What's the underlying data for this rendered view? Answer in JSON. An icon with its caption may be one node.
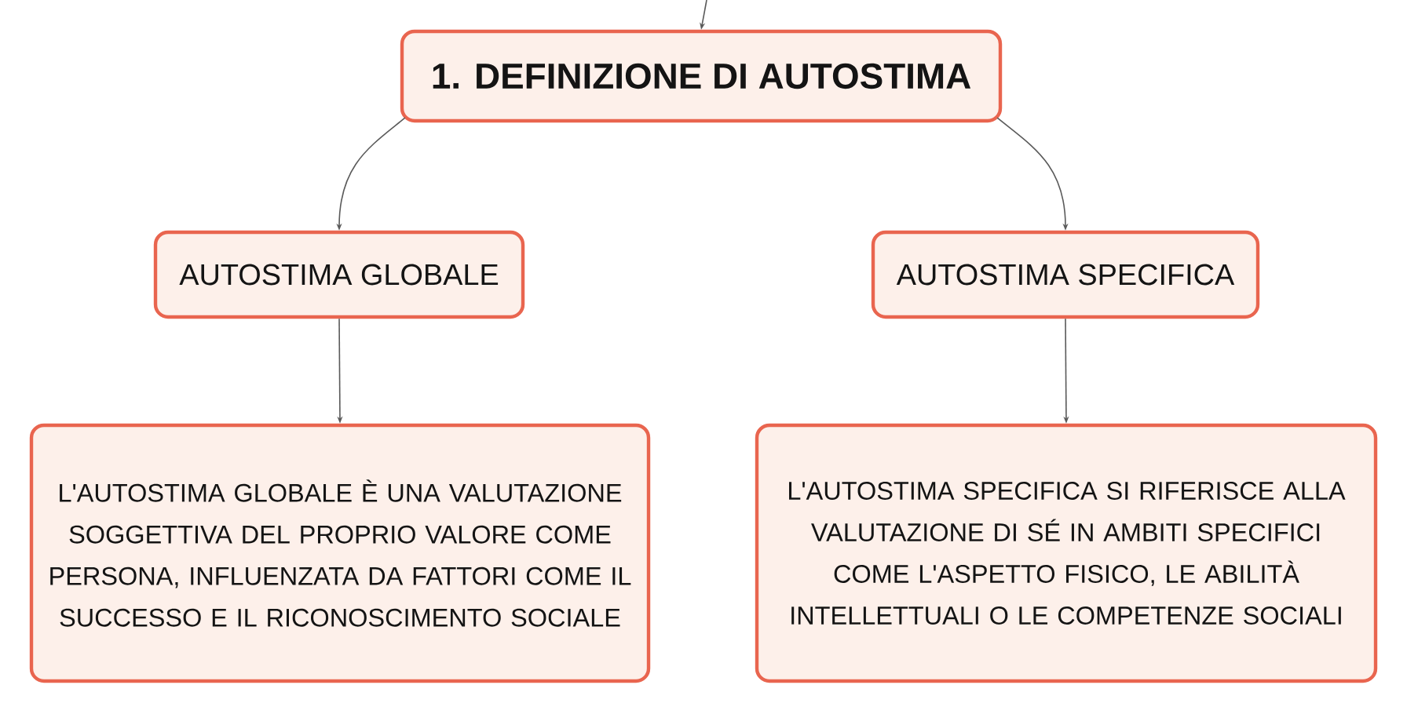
{
  "diagram": {
    "nodes": [
      {
        "text": [
          "1. DEFINIZIONE DI AUTOSTIMA"
        ]
      },
      {
        "text": [
          "AUTOSTIMA GLOBALE"
        ]
      },
      {
        "text": [
          "AUTOSTIMA SPECIFICA"
        ]
      },
      {
        "text": [
          "L'AUTOSTIMA GLOBALE È UNA VALUTAZIONE SOGGETTIVA DEL PROPRIO VALORE COME PERSONA, INFLUENZATA DA FATTORI COME IL SUCCESSO E IL RICONOSCIMENTO SOCIALE"
        ]
      },
      {
        "text": [
          "L'AUTOSTIMA SPECIFICA SI RIFERISCE ALLA VALUTAZIONE DI SÉ IN AMBITI SPECIFICI COME L'ASPETTO FISICO, LE ABILITÀ INTELLETTUALI O LE COMPETENZE SOCIALI"
        ]
      }
    ],
    "edges": [
      {
        "from": null,
        "to": 0,
        "arrow": "to"
      },
      {
        "from": 0,
        "to": 1,
        "arrow": "to"
      },
      {
        "from": 0,
        "to": 2,
        "arrow": "to"
      },
      {
        "from": 1,
        "to": 3,
        "arrow": "to"
      },
      {
        "from": 2,
        "to": 4,
        "arrow": "to"
      }
    ]
  }
}
